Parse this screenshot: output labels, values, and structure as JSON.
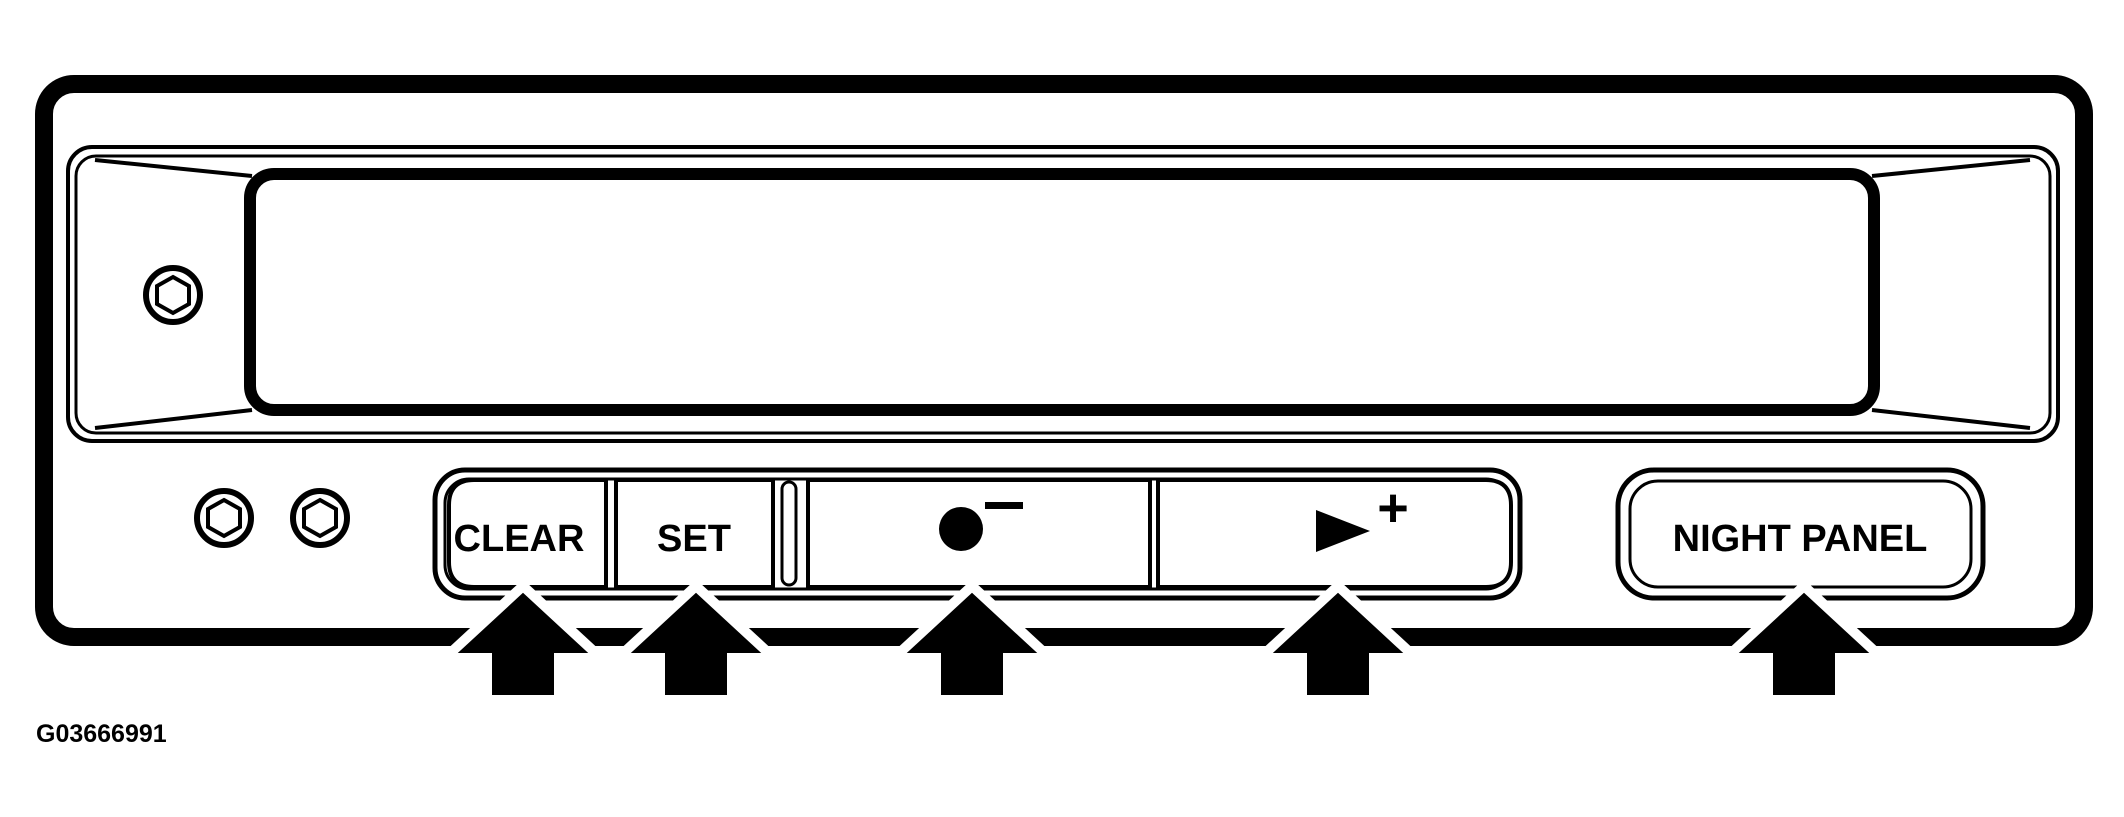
{
  "buttons": {
    "clear": "CLEAR",
    "set": "SET",
    "minus_icon": "record-dot-minus-icon",
    "minus_glyph": "−",
    "plus_icon": "play-plus-icon",
    "plus_glyph": "+",
    "night_panel": "NIGHT PANEL"
  },
  "figure_id": "G03666991",
  "colors": {
    "line": "#000000",
    "background": "#ffffff"
  }
}
